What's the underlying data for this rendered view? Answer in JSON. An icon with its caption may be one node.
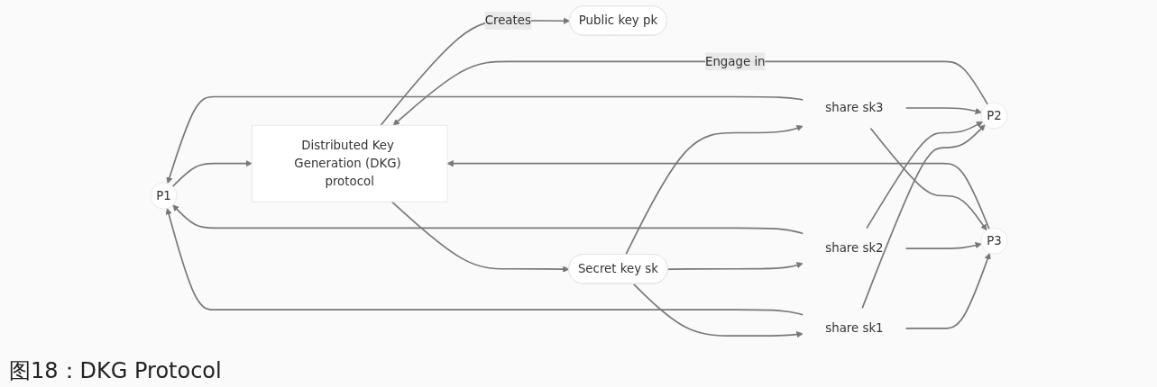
{
  "diagram": {
    "caption": "图18：DKG Protocol",
    "nodes": [
      {
        "text": [
          "P1"
        ]
      },
      {
        "text": [
          "P2"
        ]
      },
      {
        "text": [
          "P3"
        ]
      },
      {
        "text": [
          "Distributed Key Generation (DKG) protocol"
        ]
      },
      {
        "text": [
          "Public key pk"
        ]
      },
      {
        "text": [
          "Secret key sk"
        ]
      },
      {
        "text": [
          "share sk1"
        ]
      },
      {
        "text": [
          "share sk2"
        ]
      },
      {
        "text": [
          "share sk3"
        ]
      }
    ],
    "edges": [
      {
        "from": 0,
        "to": 3,
        "arrow": "to"
      },
      {
        "from": 1,
        "to": 3,
        "arrow": "to",
        "label": "Engage in"
      },
      {
        "from": 2,
        "to": 3,
        "arrow": "to"
      },
      {
        "from": 3,
        "to": 4,
        "arrow": "to",
        "label": "Creates"
      },
      {
        "from": 3,
        "to": 5,
        "arrow": "to"
      },
      {
        "from": 5,
        "to": 6,
        "arrow": "to"
      },
      {
        "from": 5,
        "to": 7,
        "arrow": "to"
      },
      {
        "from": 5,
        "to": 8,
        "arrow": "to"
      },
      {
        "from": 6,
        "to": 0,
        "arrow": "to"
      },
      {
        "from": 6,
        "to": 1,
        "arrow": "to"
      },
      {
        "from": 6,
        "to": 2,
        "arrow": "to"
      },
      {
        "from": 7,
        "to": 0,
        "arrow": "to"
      },
      {
        "from": 7,
        "to": 1,
        "arrow": "to"
      },
      {
        "from": 7,
        "to": 2,
        "arrow": "to"
      },
      {
        "from": 8,
        "to": 0,
        "arrow": "to"
      },
      {
        "from": 8,
        "to": 1,
        "arrow": "to"
      },
      {
        "from": 8,
        "to": 2,
        "arrow": "to"
      }
    ]
  }
}
